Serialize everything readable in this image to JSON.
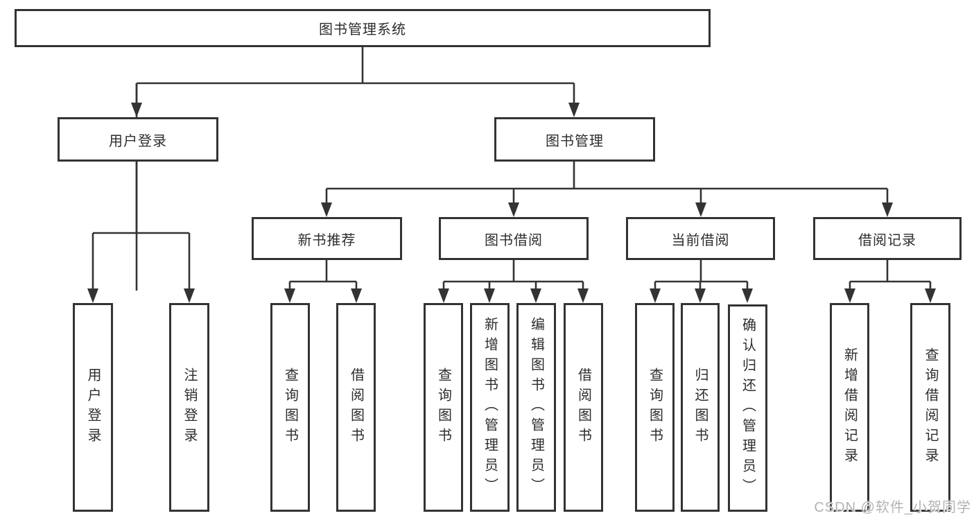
{
  "diagram": {
    "root": {
      "label": "图书管理系统",
      "children": [
        {
          "label": "用户登录",
          "children": [
            {
              "label": "用户登录"
            },
            {
              "label": "注销登录"
            }
          ]
        },
        {
          "label": "图书管理",
          "children": [
            {
              "label": "新书推荐",
              "children": [
                {
                  "label": "查询图书"
                },
                {
                  "label": "借阅图书"
                }
              ]
            },
            {
              "label": "图书借阅",
              "children": [
                {
                  "label": "查询图书"
                },
                {
                  "label": "新增图书（管理员）"
                },
                {
                  "label": "编辑图书（管理员）"
                },
                {
                  "label": "借阅图书"
                }
              ]
            },
            {
              "label": "当前借阅",
              "children": [
                {
                  "label": "查询图书"
                },
                {
                  "label": "归还图书"
                },
                {
                  "label": "确认归还（管理员）"
                }
              ]
            },
            {
              "label": "借阅记录",
              "children": [
                {
                  "label": "新增借阅记录"
                },
                {
                  "label": "查询借阅记录"
                }
              ]
            }
          ]
        }
      ]
    }
  },
  "watermark": "CSDN @软件_小贺同学",
  "colors": {
    "line": "#333333",
    "text": "#2d2d2d",
    "watermark": "#b3b3b3"
  }
}
